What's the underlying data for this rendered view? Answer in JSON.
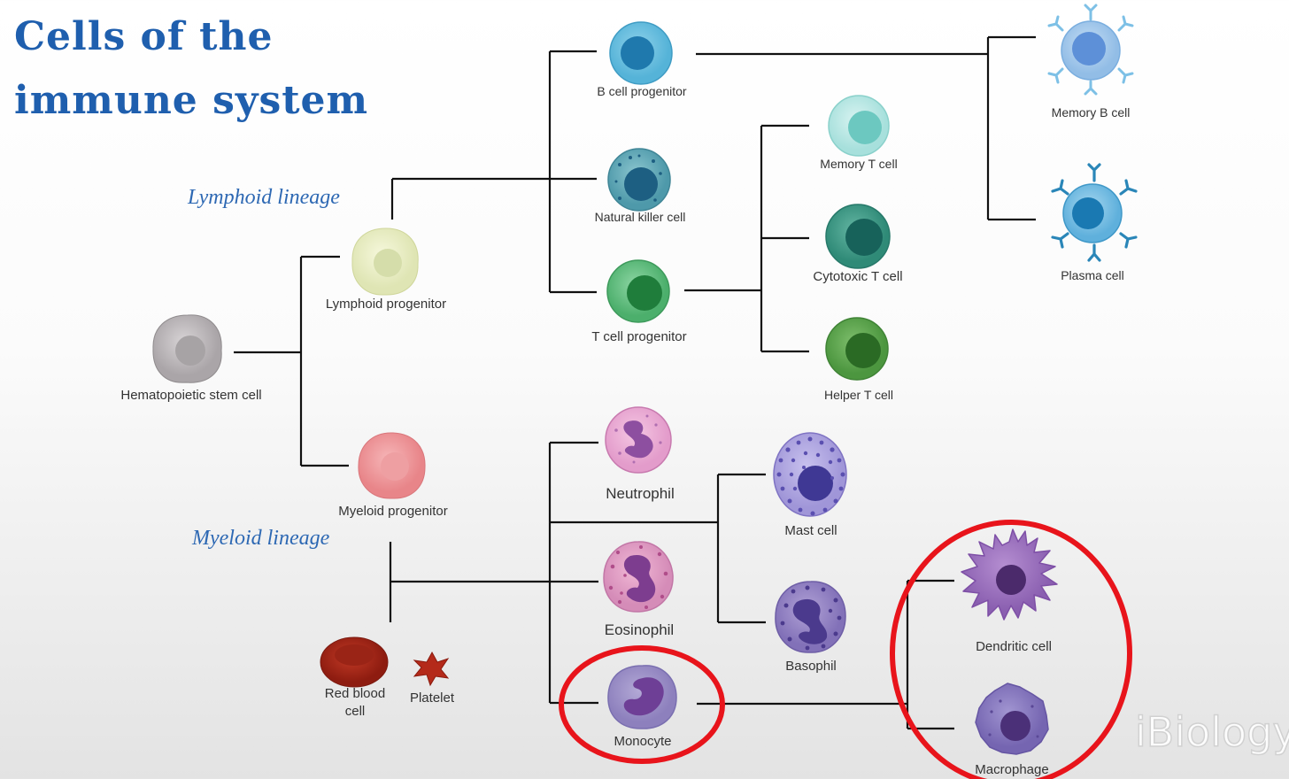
{
  "title": {
    "line1": "Cells of the",
    "line2": "immune system"
  },
  "lineages": {
    "lymphoid": "Lymphoid lineage",
    "myeloid": "Myeloid lineage"
  },
  "cells": {
    "hsc": "Hematopoietic stem cell",
    "lymphoid_progenitor": "Lymphoid progenitor",
    "myeloid_progenitor": "Myeloid progenitor",
    "b_progenitor": "B cell progenitor",
    "nk": "Natural killer cell",
    "t_progenitor": "T cell progenitor",
    "memory_t": "Memory T cell",
    "cytotoxic_t": "Cytotoxic T cell",
    "helper_t": "Helper T cell",
    "memory_b": "Memory B cell",
    "plasma": "Plasma cell",
    "neutrophil": "Neutrophil",
    "eosinophil": "Eosinophil",
    "monocyte": "Monocyte",
    "mast": "Mast cell",
    "basophil": "Basophil",
    "dendritic": "Dendritic cell",
    "macrophage": "Macrophage",
    "rbc": "Red blood cell",
    "platelet": "Platelet"
  },
  "watermark": "iBiology",
  "colors": {
    "title": "#1f5fae",
    "lineage": "#2d68b3",
    "connector": "#111111",
    "highlight": "#e8141b"
  }
}
